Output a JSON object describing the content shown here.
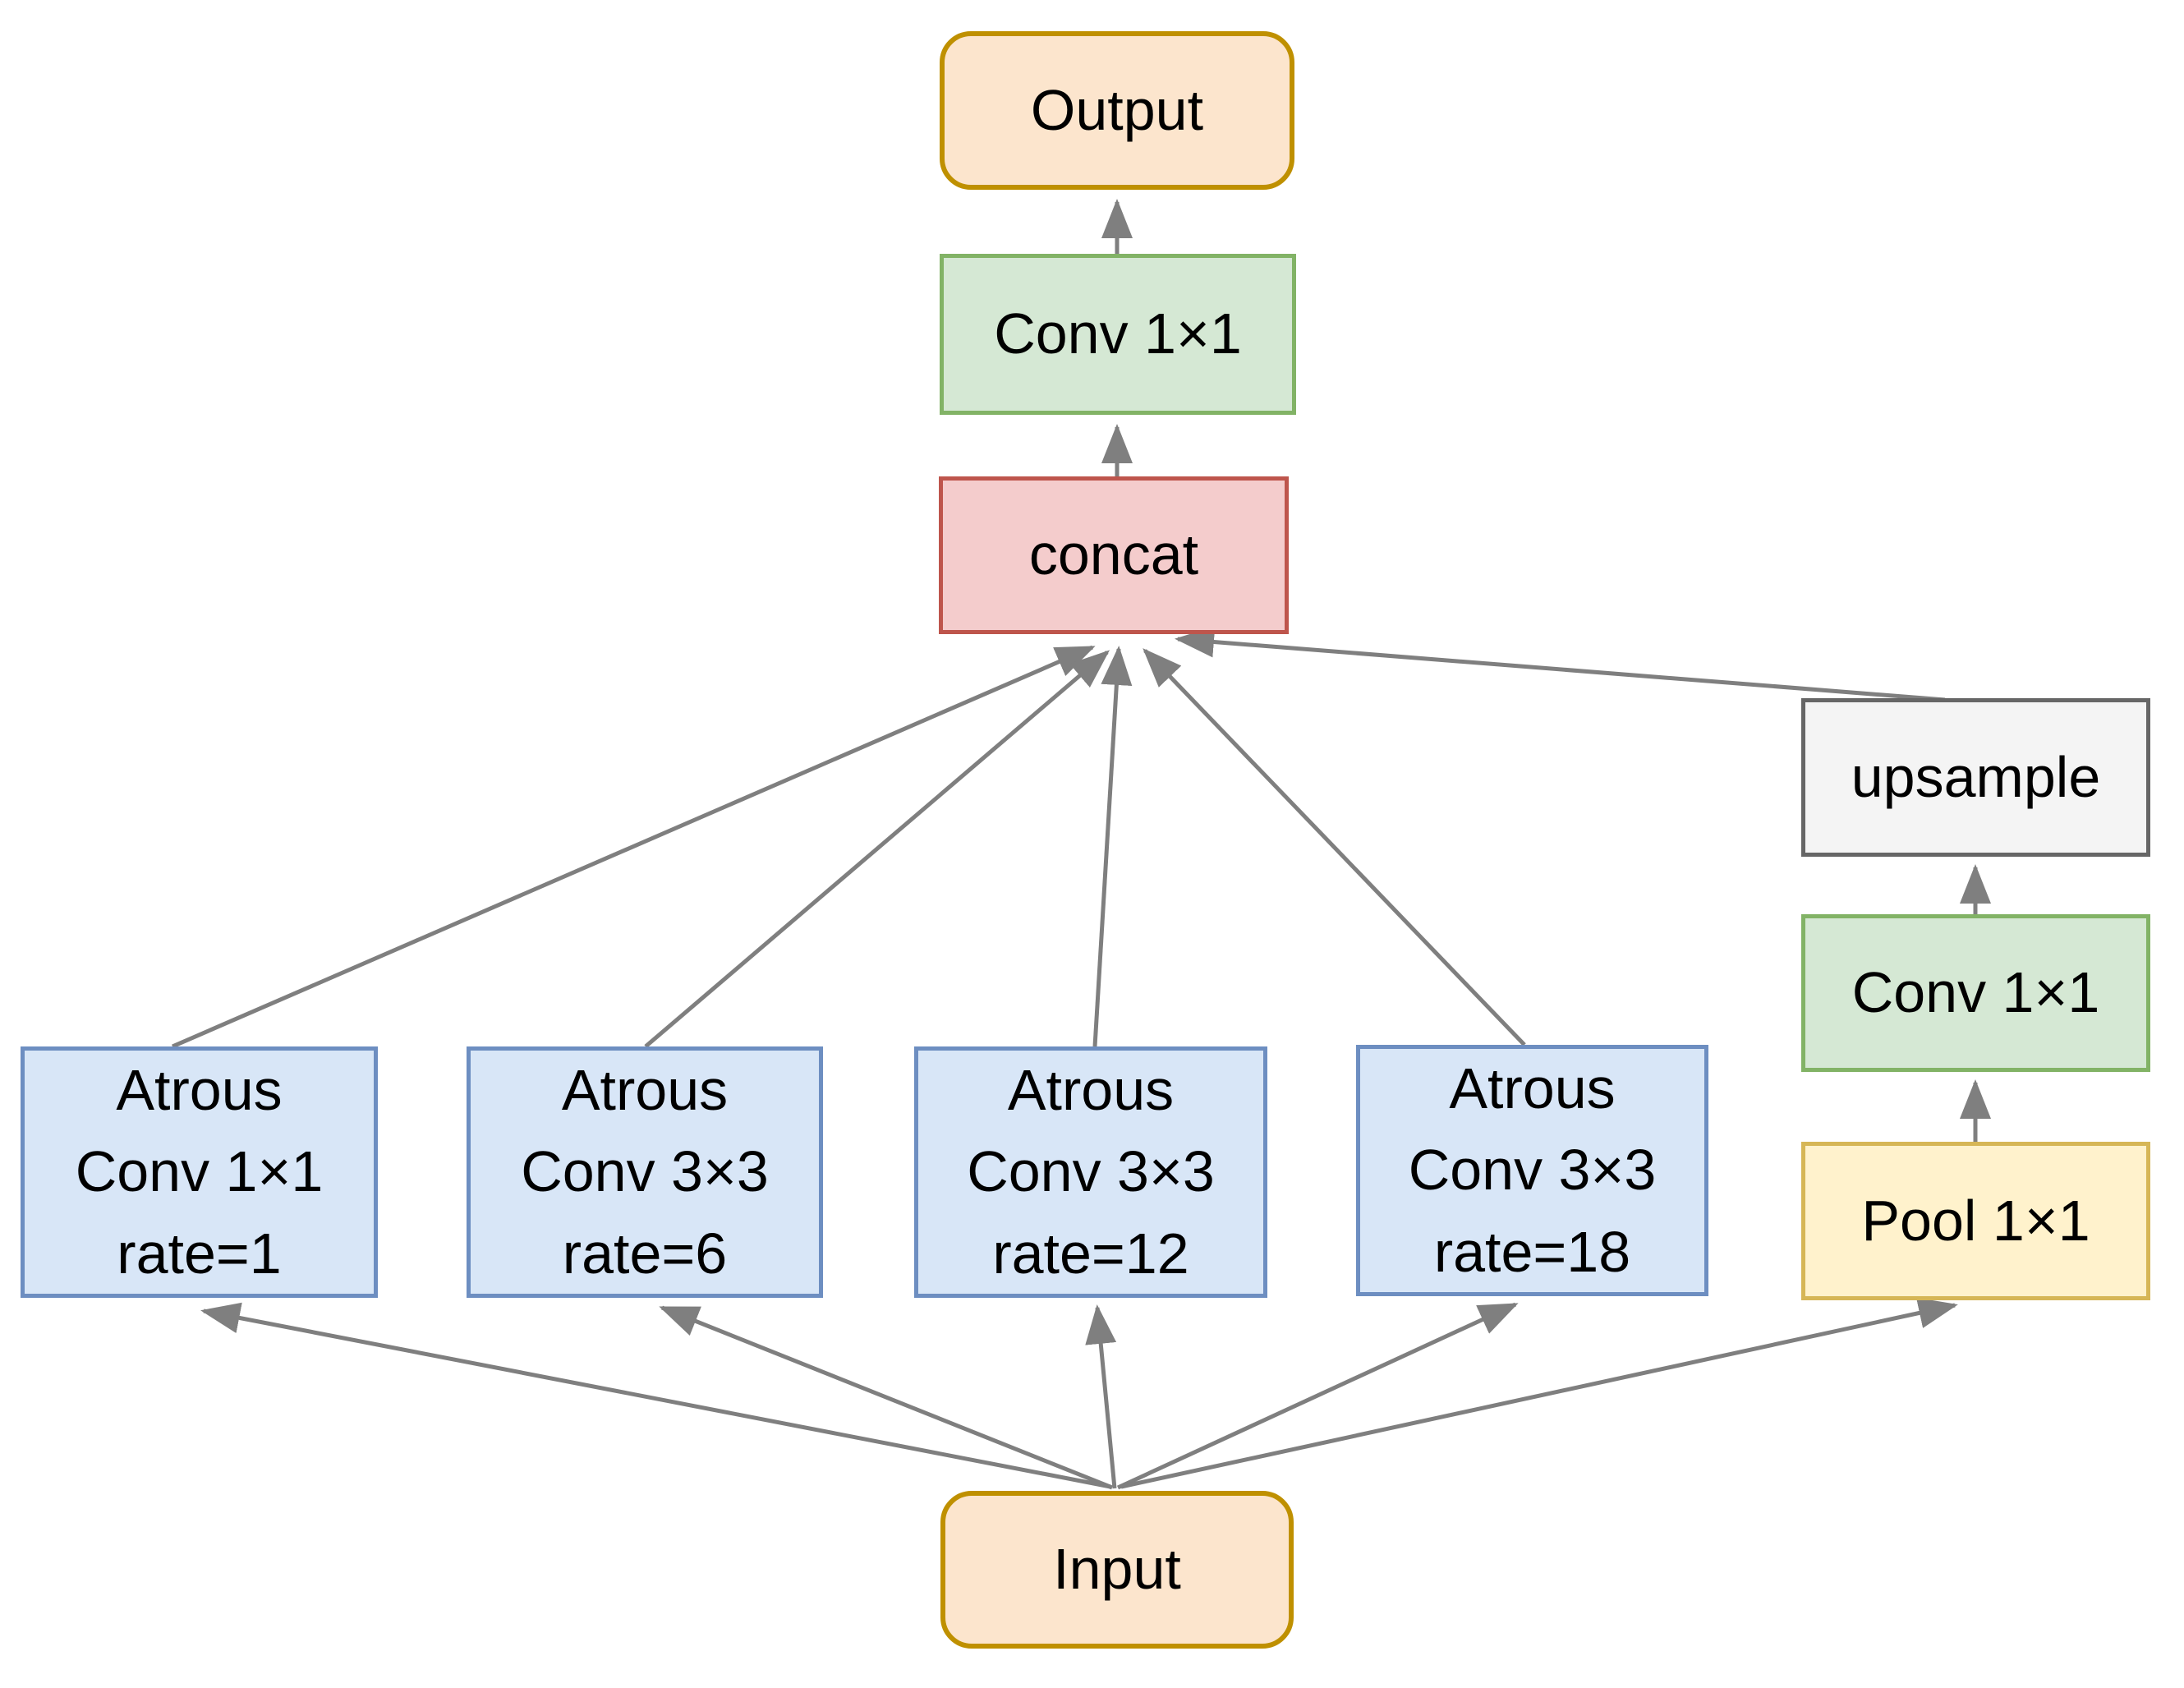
{
  "diagram": {
    "nodes": {
      "output": {
        "label": "Output"
      },
      "conv_top": {
        "label": "Conv 1×1"
      },
      "concat": {
        "label": "concat"
      },
      "atrous1": {
        "lines": [
          "Atrous",
          "Conv 1×1",
          "rate=1"
        ]
      },
      "atrous2": {
        "lines": [
          "Atrous",
          "Conv 3×3",
          "rate=6"
        ]
      },
      "atrous3": {
        "lines": [
          "Atrous",
          "Conv 3×3",
          "rate=12"
        ]
      },
      "atrous4": {
        "lines": [
          "Atrous",
          "Conv 3×3",
          "rate=18"
        ]
      },
      "upsample": {
        "label": "upsample"
      },
      "conv_right": {
        "label": "Conv 1×1"
      },
      "pool": {
        "label": "Pool 1×1"
      },
      "input": {
        "label": "Input"
      }
    },
    "edges": [
      {
        "from": "input",
        "to": "atrous1"
      },
      {
        "from": "input",
        "to": "atrous2"
      },
      {
        "from": "input",
        "to": "atrous3"
      },
      {
        "from": "input",
        "to": "atrous4"
      },
      {
        "from": "input",
        "to": "pool"
      },
      {
        "from": "pool",
        "to": "conv_right"
      },
      {
        "from": "conv_right",
        "to": "upsample"
      },
      {
        "from": "atrous1",
        "to": "concat"
      },
      {
        "from": "atrous2",
        "to": "concat"
      },
      {
        "from": "atrous3",
        "to": "concat"
      },
      {
        "from": "atrous4",
        "to": "concat"
      },
      {
        "from": "upsample",
        "to": "concat"
      },
      {
        "from": "concat",
        "to": "conv_top"
      },
      {
        "from": "conv_top",
        "to": "output"
      }
    ],
    "colors": {
      "io_fill": "#FCE5CD",
      "io_border": "#BF9000",
      "conv_fill": "#D5E8D4",
      "conv_border": "#82B366",
      "concat_fill": "#F4CCCC",
      "concat_border": "#BE554C",
      "atrous_fill": "#D8E6F7",
      "atrous_border": "#6D8EC1",
      "upsample_fill": "#F4F4F4",
      "upsample_border": "#666666",
      "pool_fill": "#FFF2CC",
      "pool_border": "#D6B656",
      "arrow": "#7F7F7F",
      "text": "#000000"
    }
  }
}
